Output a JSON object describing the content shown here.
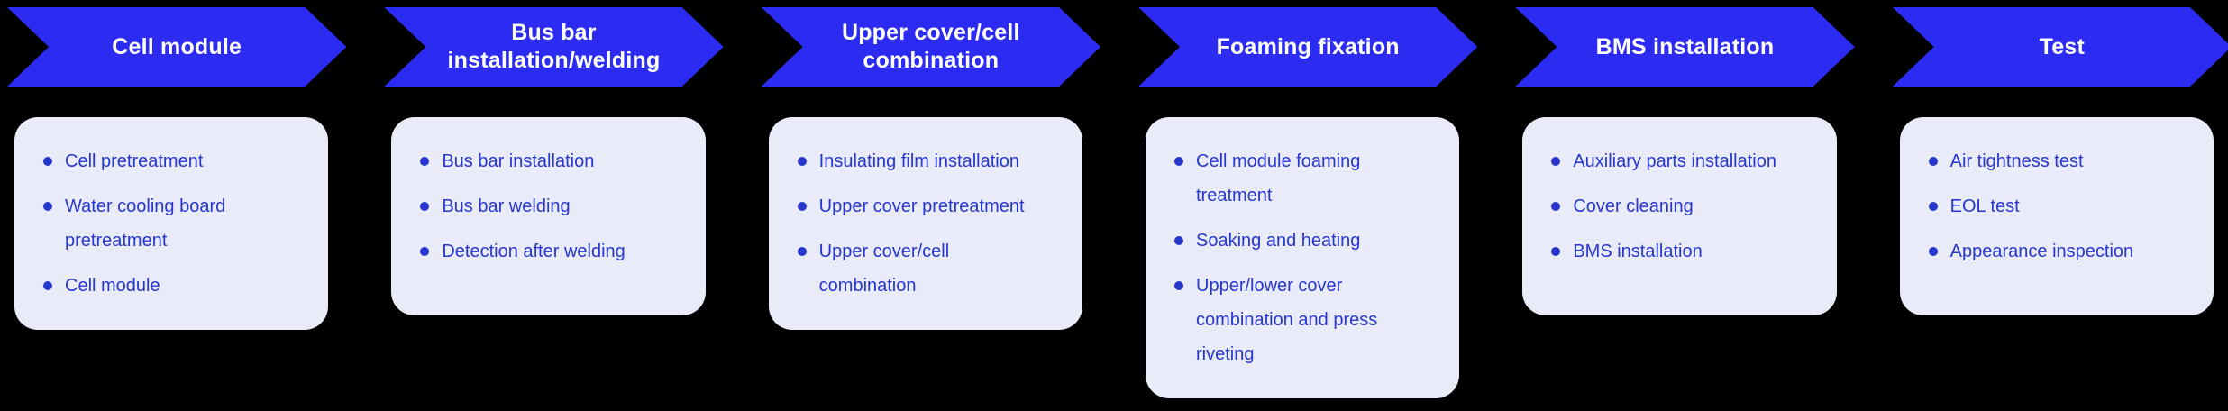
{
  "colors": {
    "background": "#000000",
    "arrow_fill": "#2B2BF2",
    "header_text": "#FFFFFF",
    "card_background": "#E9EBF8",
    "item_text": "#2737CE"
  },
  "columns": [
    {
      "title": "Cell module",
      "title_lines": [
        "Cell module"
      ],
      "items": [
        "Cell pretreatment",
        "Water cooling board pretreatment",
        "Cell module"
      ]
    },
    {
      "title": "Bus bar installation/welding",
      "title_lines": [
        "Bus bar",
        "installation/welding"
      ],
      "items": [
        "Bus bar installation",
        "Bus bar welding",
        "Detection after welding"
      ]
    },
    {
      "title": "Upper cover/cell combination",
      "title_lines": [
        "Upper cover/cell",
        "combination"
      ],
      "items": [
        "Insulating film installation",
        "Upper cover pretreatment",
        "Upper cover/cell combination"
      ]
    },
    {
      "title": "Foaming fixation",
      "title_lines": [
        "Foaming fixation"
      ],
      "items": [
        "Cell module foaming treatment",
        "Soaking and heating",
        "Upper/lower cover combination and press riveting"
      ]
    },
    {
      "title": "BMS installation",
      "title_lines": [
        "BMS installation"
      ],
      "items": [
        "Auxiliary parts installation",
        "Cover cleaning",
        "BMS installation"
      ]
    },
    {
      "title": "Test",
      "title_lines": [
        "Test"
      ],
      "items": [
        "Air tightness test",
        "EOL test",
        "Appearance inspection"
      ]
    }
  ]
}
